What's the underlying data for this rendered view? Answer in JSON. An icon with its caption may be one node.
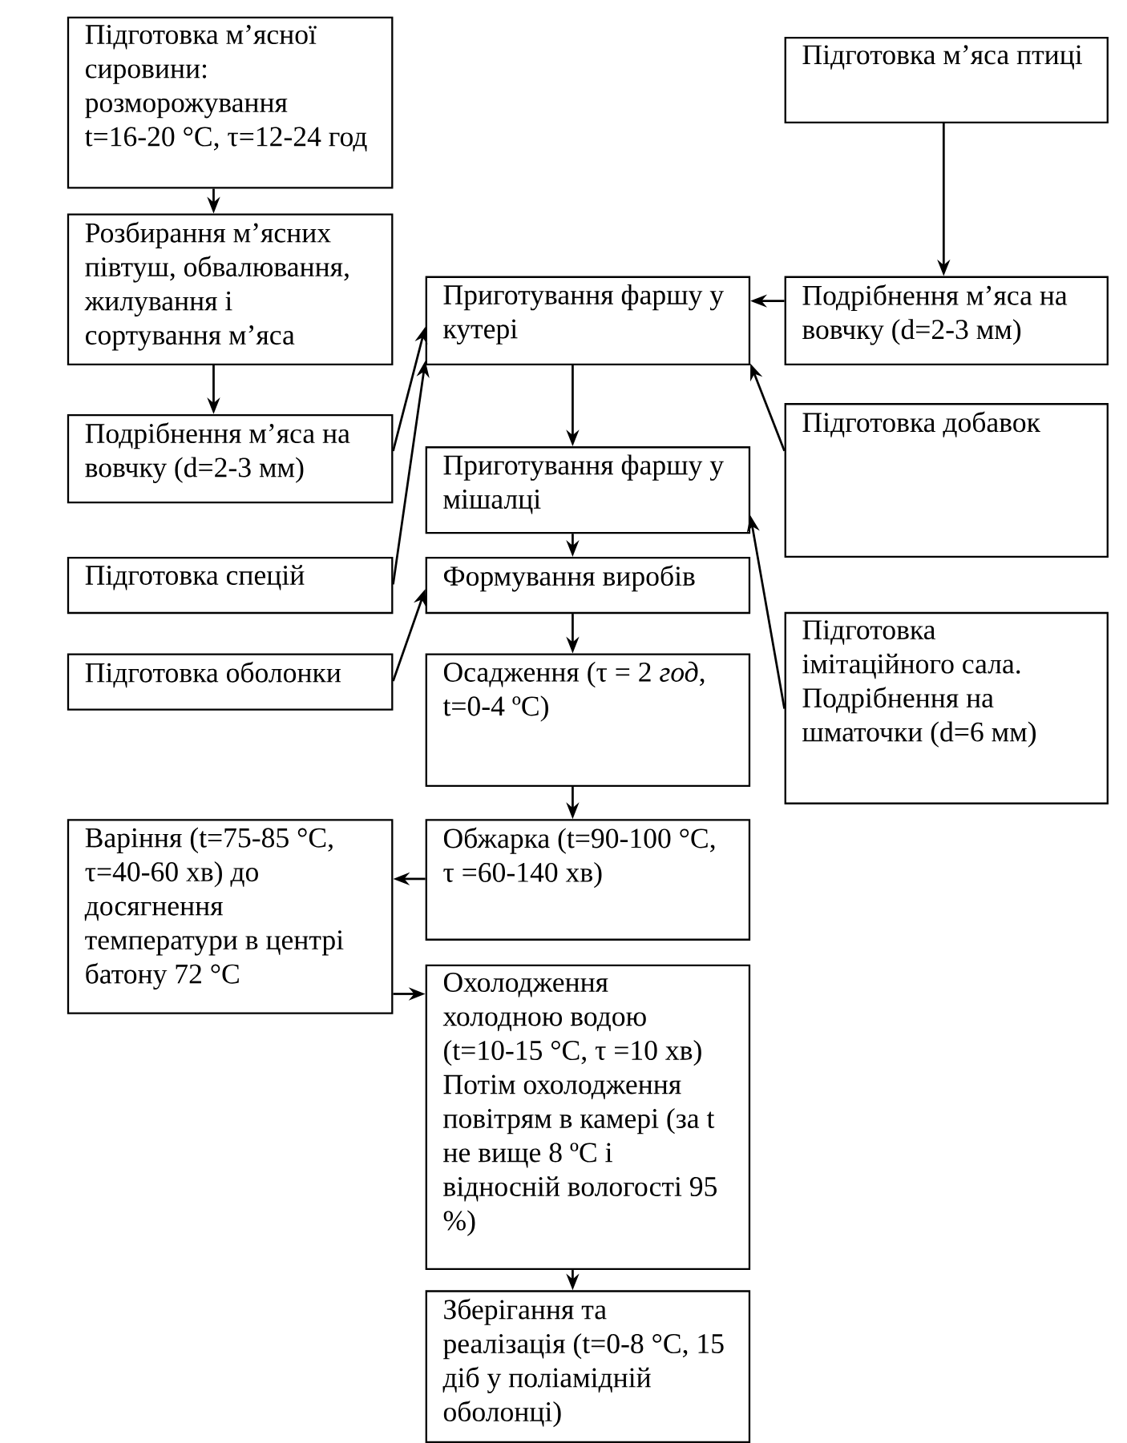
{
  "diagram": {
    "nodes": [
      {
        "text": [
          "Підготовка м’ясної сировини: розморожування t=16-20 °C, τ=12-24 год"
        ]
      },
      {
        "text": [
          "Підготовка м’яса птиці"
        ]
      },
      {
        "text": [
          "Розбирання м’ясних півтуш, обвалювання, жилування і сортування м’яса"
        ]
      },
      {
        "text": [
          "Приготування фаршу у кутері"
        ]
      },
      {
        "text": [
          "Подрібнення м’яса на вовчку (d=2-3 мм)"
        ]
      },
      {
        "text": [
          "Подрібнення м’яса на вовчку (d=2-3 мм)"
        ]
      },
      {
        "text": [
          "Підготовка добавок"
        ]
      },
      {
        "text": [
          "Приготування фаршу у мішалці"
        ]
      },
      {
        "text": [
          "Підготовка спецій"
        ]
      },
      {
        "text": [
          "Формування виробів"
        ]
      },
      {
        "text": [
          "Підготовка імітаційного сала. Подрібнення на шматочки (d=6 мм)"
        ]
      },
      {
        "text": [
          "Підготовка оболонки"
        ]
      },
      {
        "text": [
          "Осадження (τ = 2 *год*, t=0-4 ºC)"
        ]
      },
      {
        "text": [
          "Варіння (t=75-85 °C, τ=40-60 хв) до досягнення температури в центрі батону 72 °C"
        ]
      },
      {
        "text": [
          "Обжарка (t=90-100 °C, τ =60-140 хв)"
        ]
      },
      {
        "text": [
          "Охолодження холодною водою (t=10-15 °C, τ =10 хв) Потім охолодження повітрям в камері (за t не вище 8 ºC і відносній вологості 95 %)"
        ]
      },
      {
        "text": [
          "Зберігання та реалізація (t=0-8 °C, 15 діб у поліамідній оболонці)"
        ]
      }
    ],
    "edges": [
      {
        "from": 0,
        "to": 2,
        "arrow": "to"
      },
      {
        "from": 1,
        "to": 4,
        "arrow": "to"
      },
      {
        "from": 2,
        "to": 5,
        "arrow": "to"
      },
      {
        "from": 4,
        "to": 3,
        "arrow": "to"
      },
      {
        "from": 5,
        "to": 3,
        "arrow": "to"
      },
      {
        "from": 8,
        "to": 3,
        "arrow": "to"
      },
      {
        "from": 6,
        "to": 3,
        "arrow": "to"
      },
      {
        "from": 3,
        "to": 7,
        "arrow": "to"
      },
      {
        "from": 10,
        "to": 7,
        "arrow": "to"
      },
      {
        "from": 7,
        "to": 9,
        "arrow": "to"
      },
      {
        "from": 11,
        "to": 9,
        "arrow": "to"
      },
      {
        "from": 9,
        "to": 12,
        "arrow": "to"
      },
      {
        "from": 12,
        "to": 14,
        "arrow": "to"
      },
      {
        "from": 14,
        "to": 13,
        "arrow": "to"
      },
      {
        "from": 13,
        "to": 15,
        "arrow": "to"
      },
      {
        "from": 15,
        "to": 16,
        "arrow": "to"
      }
    ]
  }
}
